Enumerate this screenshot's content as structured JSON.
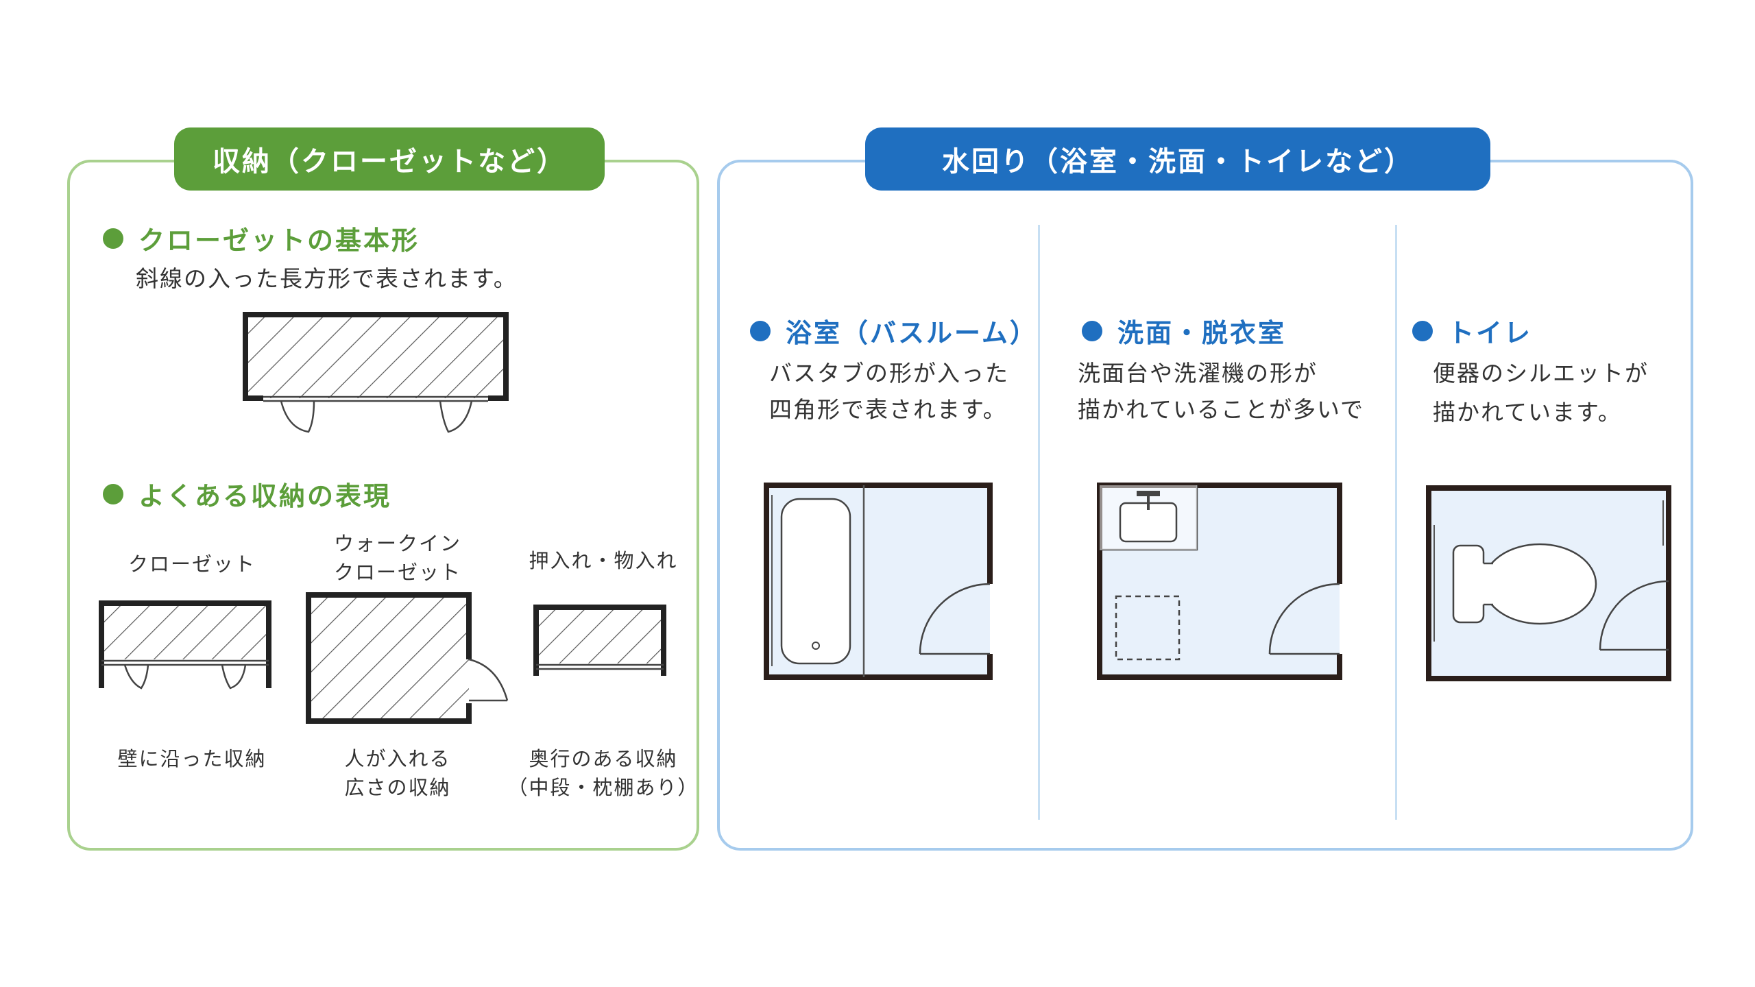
{
  "storage": {
    "title": "収納（クローゼットなど）",
    "basic": {
      "heading": "クローゼットの基本形",
      "desc": "斜線の入った長方形で表されます。"
    },
    "common": {
      "heading": "よくある収納の表現",
      "items": [
        {
          "label": "クローゼット",
          "caption_lines": [
            "壁に沿った収納"
          ]
        },
        {
          "label_lines": [
            "ウォークイン",
            "クローゼット"
          ],
          "caption_lines": [
            "人が入れる",
            "広さの収納"
          ]
        },
        {
          "label": "押入れ・物入れ",
          "caption_lines": [
            "奥行のある収納",
            "（中段・枕棚あり）"
          ]
        }
      ]
    }
  },
  "water": {
    "title": "水回り（浴室・洗面・トイレなど）",
    "sections": [
      {
        "heading": "浴室（バスルーム）",
        "desc_lines": [
          "バスタブの形が入った",
          "四角形で表されます。"
        ]
      },
      {
        "heading": "洗面・脱衣室",
        "desc_lines": [
          "洗面台や洗濯機の形が",
          "描かれていることが多いで"
        ]
      },
      {
        "heading": "トイレ",
        "desc_lines": [
          "便器のシルエットが",
          "描かれています。"
        ]
      }
    ]
  },
  "colors": {
    "storage_accent": "#5c9e3a",
    "storage_border": "#a9d18e",
    "water_accent": "#1f6fc0",
    "water_border": "#a6cbed",
    "room_fill": "#e8f1fb",
    "wall": "#2a1e1a"
  }
}
